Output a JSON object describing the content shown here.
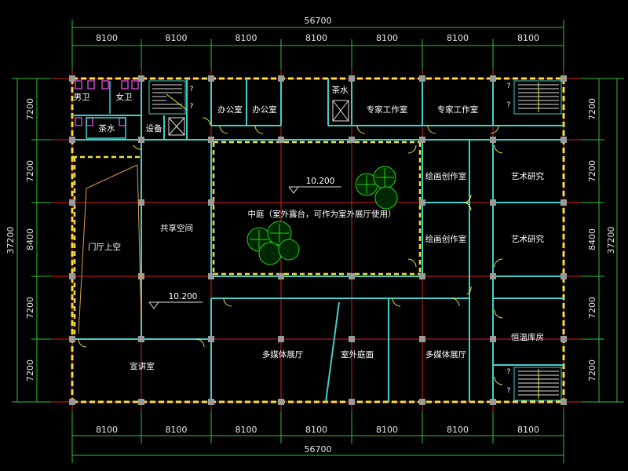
{
  "dimensions": {
    "top_total": "56700",
    "bottom_total": "56700",
    "top_spans": [
      "8100",
      "8100",
      "8100",
      "8100",
      "8100",
      "8100",
      "8100"
    ],
    "bottom_spans": [
      "8100",
      "8100",
      "8100",
      "8100",
      "8100",
      "8100",
      "8100"
    ],
    "left_total": "37200",
    "right_total": "37200",
    "left_spans": [
      "7200",
      "7200",
      "8400",
      "7200",
      "7200"
    ],
    "right_spans": [
      "7200",
      "7200",
      "8400",
      "7200",
      "7200"
    ]
  },
  "rooms": {
    "mens_toilet": "男卫",
    "womens_toilet": "女卫",
    "tea_left": "茶水",
    "equipment": "设备",
    "office_1": "办公室",
    "office_2": "办公室",
    "tea_right": "茶水",
    "expert_1": "专家工作室",
    "expert_2": "专家工作室",
    "painting_1": "绘画创作室",
    "painting_2": "绘画创作室",
    "art_research_1": "艺术研究",
    "art_research_2": "艺术研究",
    "courtyard": "中庭（室外露台，可作为室外展厅使用）",
    "shared_space": "共享空间",
    "lobby_void": "门厅上空",
    "lecture_room": "宣讲室",
    "multimedia_1": "多媒体展厅",
    "multimedia_2": "多媒体展厅",
    "outdoor_ground": "室外庭面",
    "storage": "恒温库房"
  },
  "levels": {
    "courtyard_level": "10.200",
    "lobby_level": "10.200"
  },
  "stair_marks": [
    "?",
    "?",
    "?",
    "?",
    "?",
    "?"
  ]
}
